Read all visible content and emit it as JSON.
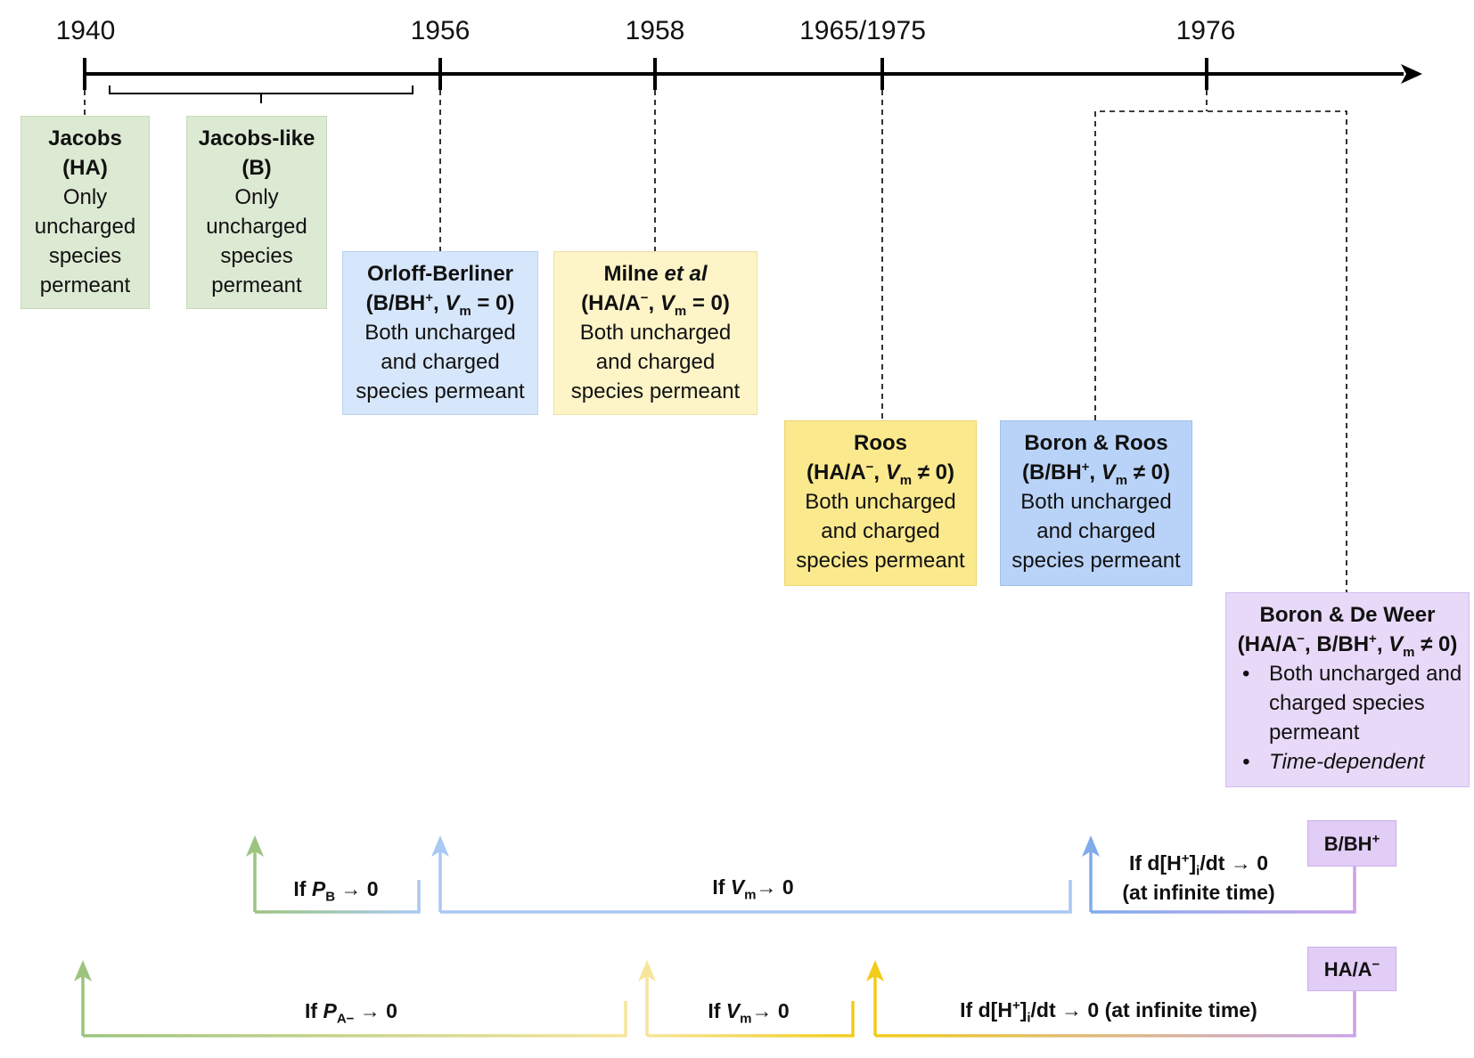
{
  "timeline": {
    "years": [
      "1940",
      "1956",
      "1958",
      "1965/1975",
      "1976"
    ]
  },
  "boxes": {
    "jacobs": {
      "title": "Jacobs",
      "sub": "(HA)",
      "desc": [
        "Only",
        "uncharged",
        "species",
        "permeant"
      ],
      "color": "#dce9d3"
    },
    "jacobs_like": {
      "title": "Jacobs-like",
      "sub": "(B)",
      "desc": [
        "Only",
        "uncharged",
        "species",
        "permeant"
      ],
      "color": "#dce9d3"
    },
    "orloff": {
      "title": "Orloff-Berliner",
      "sub_pre": "(B/BH",
      "sub_sup": "+",
      "sub_mid": ", ",
      "sub_v": "V",
      "sub_m": "m",
      "sub_post": " = 0)",
      "desc": [
        "Both uncharged",
        "and charged",
        "species permeant"
      ],
      "color": "#d6e6fb"
    },
    "milne": {
      "title": "Milne ",
      "title_italic": "et al",
      "sub_pre": "(HA/A",
      "sub_sup": "−",
      "sub_mid": ", ",
      "sub_v": "V",
      "sub_m": "m",
      "sub_post": " = 0)",
      "desc": [
        "Both uncharged",
        "and charged",
        "species permeant"
      ],
      "color": "#fdf4c7"
    },
    "roos": {
      "title": "Roos",
      "sub_pre": "(HA/A",
      "sub_sup": "−",
      "sub_mid": ", ",
      "sub_v": "V",
      "sub_m": "m",
      "sub_post": " ≠ 0)",
      "desc": [
        "Both uncharged",
        "and charged",
        "species permeant"
      ],
      "color": "#fbe98d"
    },
    "boron_roos": {
      "title": "Boron & Roos",
      "sub_pre": "(B/BH",
      "sub_sup": "+",
      "sub_mid": ", ",
      "sub_v": "V",
      "sub_m": "m",
      "sub_post": " ≠ 0)",
      "desc": [
        "Both uncharged",
        "and charged",
        "species permeant"
      ],
      "color": "#b9d3f8"
    },
    "boron_deweer": {
      "title": "Boron & De Weer",
      "sub_pre": "(HA/A",
      "sub_sup": "−",
      "sub_mid": ", B/BH",
      "sub_sup2": "+",
      "sub_mid2": ", ",
      "sub_v": "V",
      "sub_m": "m",
      "sub_post": " ≠ 0)",
      "bullet1": "Both uncharged and charged species permeant",
      "bullet2": "Time-dependent",
      "color": "#e8d9f8"
    }
  },
  "bottom": {
    "b_row": {
      "tag_pre": "B/BH",
      "tag_sup": "+",
      "label1_pre": "If ",
      "label1_var": "P",
      "label1_sub": "B",
      "label1_post": " → 0",
      "label2_pre": "If ",
      "label2_var": "V",
      "label2_sub": "m",
      "label2_post": "→ 0",
      "label3_line1_pre": "If d[H",
      "label3_line1_sup": "+",
      "label3_line1_mid": "]",
      "label3_line1_sub": "i",
      "label3_line1_post": "/dt → 0",
      "label3_line2": "(at infinite time)"
    },
    "a_row": {
      "tag_pre": "HA/A",
      "tag_sup": "−",
      "label1_pre": "If ",
      "label1_var": "P",
      "label1_sub": "A−",
      "label1_post": " → 0",
      "label2_pre": "If ",
      "label2_var": "V",
      "label2_sub": "m",
      "label2_post": "→ 0",
      "label3_pre": "If d[H",
      "label3_sup": "+",
      "label3_mid": "]",
      "label3_sub": "i",
      "label3_post": "/dt → 0 (at infinite time)"
    }
  },
  "colors": {
    "green": "#9cc47f",
    "light_blue": "#a9c9f2",
    "blue": "#7fabec",
    "yellow_light": "#f6e59a",
    "yellow": "#f2cc1a",
    "purple": "#c9a3ea"
  }
}
